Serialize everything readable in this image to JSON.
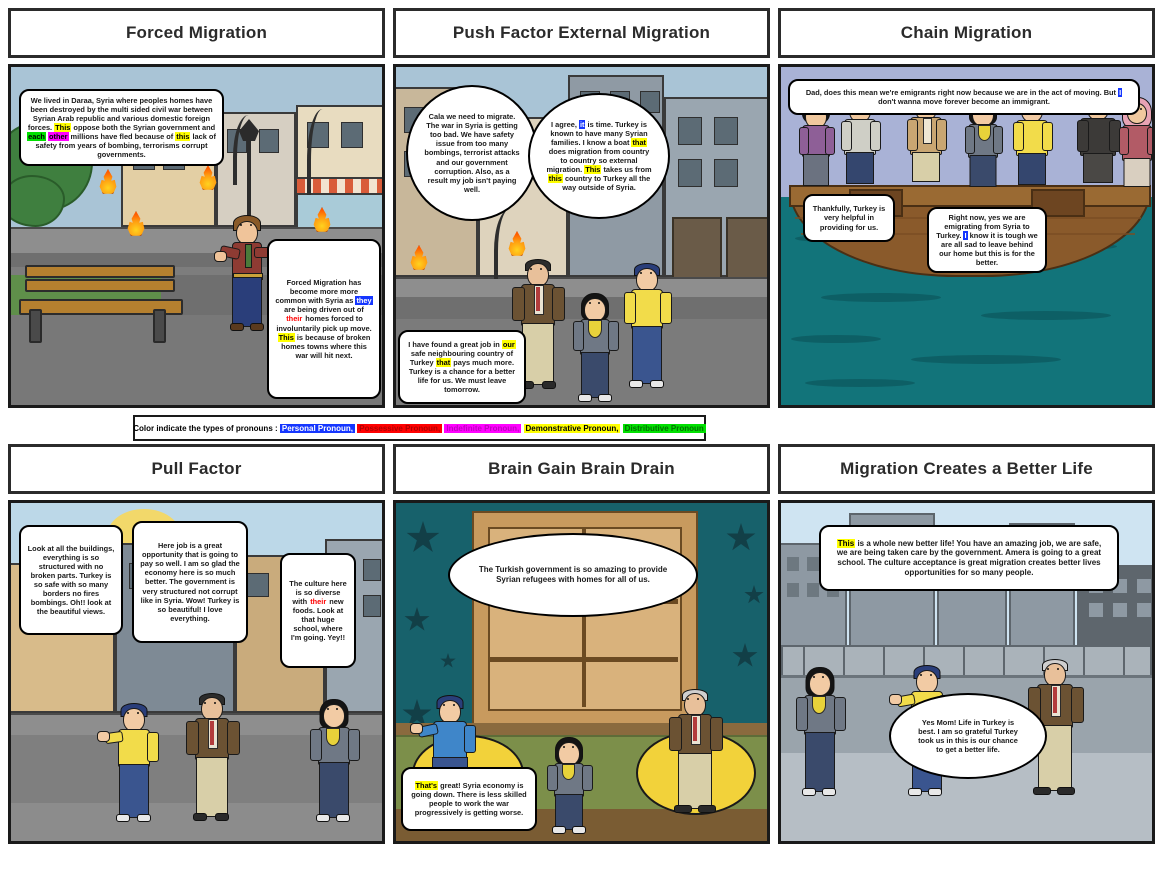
{
  "legend": {
    "prefix": "Color indicate the types of pronouns :",
    "items": [
      {
        "label": "Personal Pronoun,",
        "color": "#1536ff",
        "text_color": "#ffffff"
      },
      {
        "label": "Possessive Pronoun,",
        "color": "#ff0000",
        "text_color": "#b00000"
      },
      {
        "label": "Indefinite Pronoun,",
        "color": "#ff00ff",
        "text_color": "#c000c0"
      },
      {
        "label": "Demonstrative Pronoun,",
        "color": "#ffff00",
        "text_color": "#000000"
      },
      {
        "label": "Distributive Pronoun",
        "color": "#00e000",
        "text_color": "#007000"
      }
    ]
  },
  "panels": [
    {
      "title": "Forced Migration",
      "scene": "burning-street",
      "bubbles": [
        {
          "name": "narration-bubble-1",
          "segments": [
            {
              "t": "We lived in Daraa, Syria where peoples homes have been destroyed by the multi sided civil war between Syrian Arab republic and various domestic foreign forces. ",
              "hl": "none"
            },
            {
              "t": "This",
              "hl": "demonstrative"
            },
            {
              "t": " oppose both the Syrian government and ",
              "hl": "none"
            },
            {
              "t": "each",
              "hl": "distributive"
            },
            {
              "t": " ",
              "hl": "none"
            },
            {
              "t": "other",
              "hl": "indefinite"
            },
            {
              "t": " millions have fled because of ",
              "hl": "none"
            },
            {
              "t": "this",
              "hl": "demonstrative"
            },
            {
              "t": " lack of safety from years of bombing, terrorisms corrupt governments.",
              "hl": "none"
            }
          ]
        },
        {
          "name": "narration-bubble-2",
          "segments": [
            {
              "t": "Forced Migration has become more more common with Syria as ",
              "hl": "none"
            },
            {
              "t": "they",
              "hl": "personal"
            },
            {
              "t": " are being driven out of ",
              "hl": "none"
            },
            {
              "t": "their",
              "hl": "possessive"
            },
            {
              "t": " homes forced to involuntarily pick up move. ",
              "hl": "none"
            },
            {
              "t": "This",
              "hl": "demonstrative"
            },
            {
              "t": " is because of broken homes towns where this war will hit next.",
              "hl": "none"
            }
          ]
        }
      ]
    },
    {
      "title": "Push Factor External Migration",
      "scene": "burning-street-2",
      "bubbles": [
        {
          "name": "speech-bubble-cala",
          "segments": [
            {
              "t": "Cala we need to migrate. The war in Syria is getting too bad. We have safety issue from too many bombings, terrorist attacks and our government corruption. Also, as a result my job isn't paying well.",
              "hl": "none"
            }
          ]
        },
        {
          "name": "speech-bubble-agree",
          "segments": [
            {
              "t": "I agree, ",
              "hl": "none"
            },
            {
              "t": "it",
              "hl": "personal"
            },
            {
              "t": " is time. Turkey is known to have many Syrian families. I know a boat ",
              "hl": "none"
            },
            {
              "t": "that",
              "hl": "demonstrative"
            },
            {
              "t": " does migration from country to country so external migration. ",
              "hl": "none"
            },
            {
              "t": "This",
              "hl": "demonstrative"
            },
            {
              "t": " takes us from ",
              "hl": "none"
            },
            {
              "t": "this",
              "hl": "demonstrative"
            },
            {
              "t": " country to Turkey all the way outside of Syria.",
              "hl": "none"
            }
          ]
        },
        {
          "name": "speech-bubble-job",
          "segments": [
            {
              "t": "I have found a great job in ",
              "hl": "none"
            },
            {
              "t": "our",
              "hl": "demonstrative"
            },
            {
              "t": " safe neighbouring country of Turkey ",
              "hl": "none"
            },
            {
              "t": "that",
              "hl": "demonstrative"
            },
            {
              "t": " pays much more. Turkey is a chance for a better life for us. We must leave tomorrow.",
              "hl": "none"
            }
          ]
        }
      ]
    },
    {
      "title": "Chain Migration",
      "scene": "boat",
      "bubbles": [
        {
          "name": "speech-bubble-emigrant-question",
          "segments": [
            {
              "t": "Dad, does this mean we're emigrants right now because we are in the act of moving. But ",
              "hl": "none"
            },
            {
              "t": "I",
              "hl": "personal"
            },
            {
              "t": " don't wanna move forever become an immigrant.",
              "hl": "none"
            }
          ]
        },
        {
          "name": "speech-bubble-thankfully",
          "segments": [
            {
              "t": "Thankfully, Turkey is very helpful in providing for us.",
              "hl": "none"
            }
          ]
        },
        {
          "name": "speech-bubble-rightnow",
          "segments": [
            {
              "t": "Right now, yes we are emigrating from Syria to Turkey. ",
              "hl": "none"
            },
            {
              "t": "I",
              "hl": "personal"
            },
            {
              "t": " know it is tough we are all sad to leave behind our home but this is for the better.",
              "hl": "none"
            }
          ]
        }
      ]
    },
    {
      "title": "Pull Factor",
      "scene": "turkey-street",
      "bubbles": [
        {
          "name": "speech-bubble-buildings",
          "segments": [
            {
              "t": "Look at all the buildings, everything is so structured with no broken parts. Turkey is so safe with so many borders no fires bombings. Oh!! look at the beautiful views.",
              "hl": "none"
            }
          ]
        },
        {
          "name": "speech-bubble-job-opportunity",
          "segments": [
            {
              "t": "Here job is a great opportunity that is going to pay so well. I am so glad the economy here is so much better. The government is very structured not corrupt like in Syria. Wow! Turkey is so beautiful! I love everything.",
              "hl": "none"
            }
          ]
        },
        {
          "name": "speech-bubble-culture",
          "segments": [
            {
              "t": "The culture here is so diverse with ",
              "hl": "none"
            },
            {
              "t": "their",
              "hl": "possessive"
            },
            {
              "t": " new foods. Look at that huge school, where I'm going. Yey!!",
              "hl": "none"
            }
          ]
        }
      ]
    },
    {
      "title": "Brain Gain Brain Drain",
      "scene": "living-room",
      "bubbles": [
        {
          "name": "speech-bubble-turkish-government",
          "segments": [
            {
              "t": "The Turkish government is so amazing to provide Syrian refugees with homes for all of us.",
              "hl": "none"
            }
          ]
        },
        {
          "name": "speech-bubble-economy",
          "segments": [
            {
              "t": "That's",
              "hl": "demonstrative"
            },
            {
              "t": " great! Syria economy is going down. There is less skilled people to work the war progressively is getting worse.",
              "hl": "none"
            }
          ]
        }
      ]
    },
    {
      "title": "Migration Creates a Better Life",
      "scene": "rooftop",
      "bubbles": [
        {
          "name": "speech-bubble-better-life",
          "segments": [
            {
              "t": "This",
              "hl": "demonstrative"
            },
            {
              "t": " is a whole new better life! You have an amazing job, we are safe, we are being taken care by the government. Amera is going to a great school. The culture acceptance is great migration creates better lives opportunities for so many people.",
              "hl": "none"
            }
          ]
        },
        {
          "name": "speech-bubble-yes-mom",
          "segments": [
            {
              "t": "Yes Mom! Life in Turkey is best. I am so grateful Turkey took us in this is our chance to get a better life.",
              "hl": "none"
            }
          ]
        }
      ]
    }
  ]
}
